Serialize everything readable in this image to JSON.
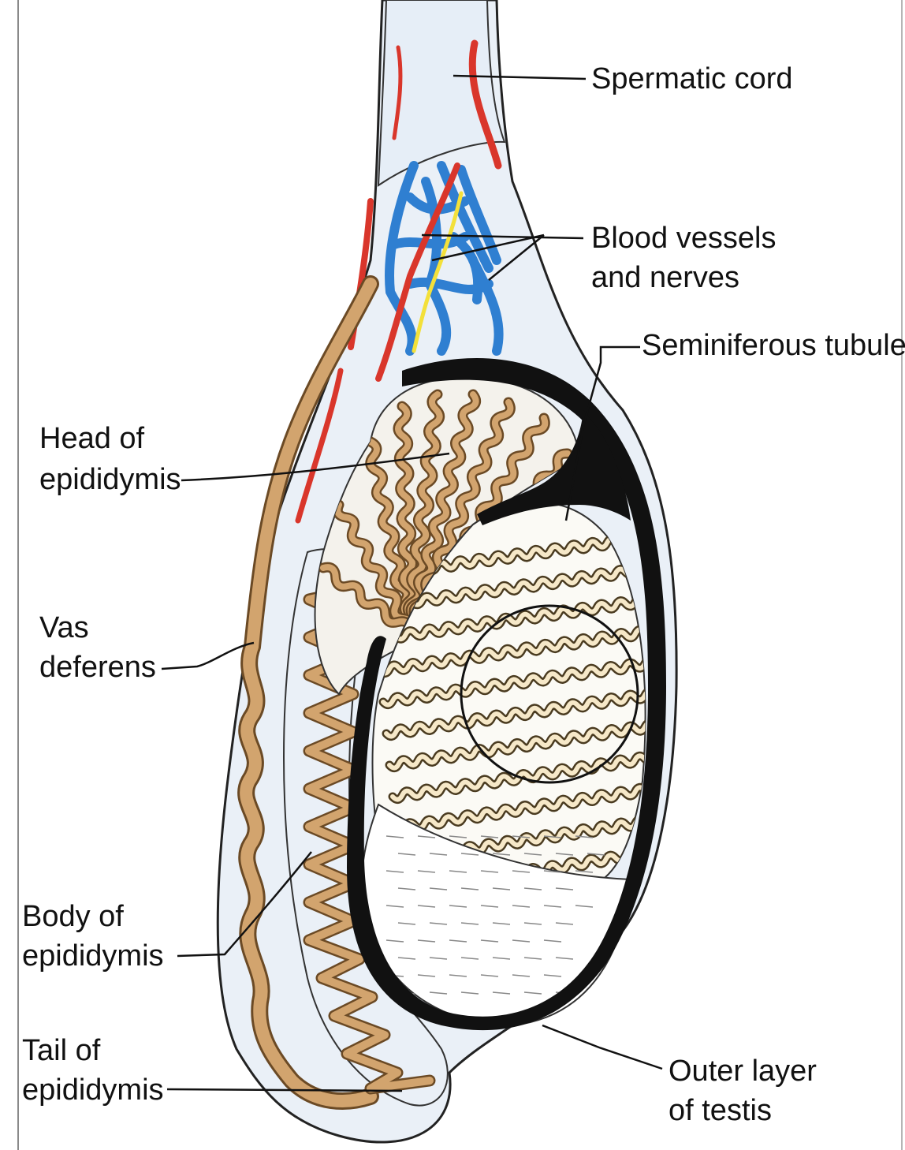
{
  "diagram": {
    "labels": {
      "spermatic_cord": "Spermatic cord",
      "blood_vessels_line1": "Blood vessels",
      "blood_vessels_line2": "and nerves",
      "seminiferous_tubule": "Seminiferous tubule",
      "head_line1": "Head of",
      "head_line2": "epididymis",
      "vas_line1": "Vas",
      "vas_line2": "deferens",
      "body_line1": "Body of",
      "body_line2": "epididymis",
      "tail_line1": "Tail of",
      "tail_line2": "epididymis",
      "outer_line1": "Outer layer",
      "outer_line2": "of testis"
    },
    "colors": {
      "epididymis_tan": "#d2a46e",
      "tubule_cream": "#f6e8c8",
      "vein_blue": "#2f7fd1",
      "artery_red": "#d9362b",
      "nerve_yellow": "#f3e03a",
      "cord_fill": "#e6eef7",
      "outline": "#111111"
    }
  }
}
